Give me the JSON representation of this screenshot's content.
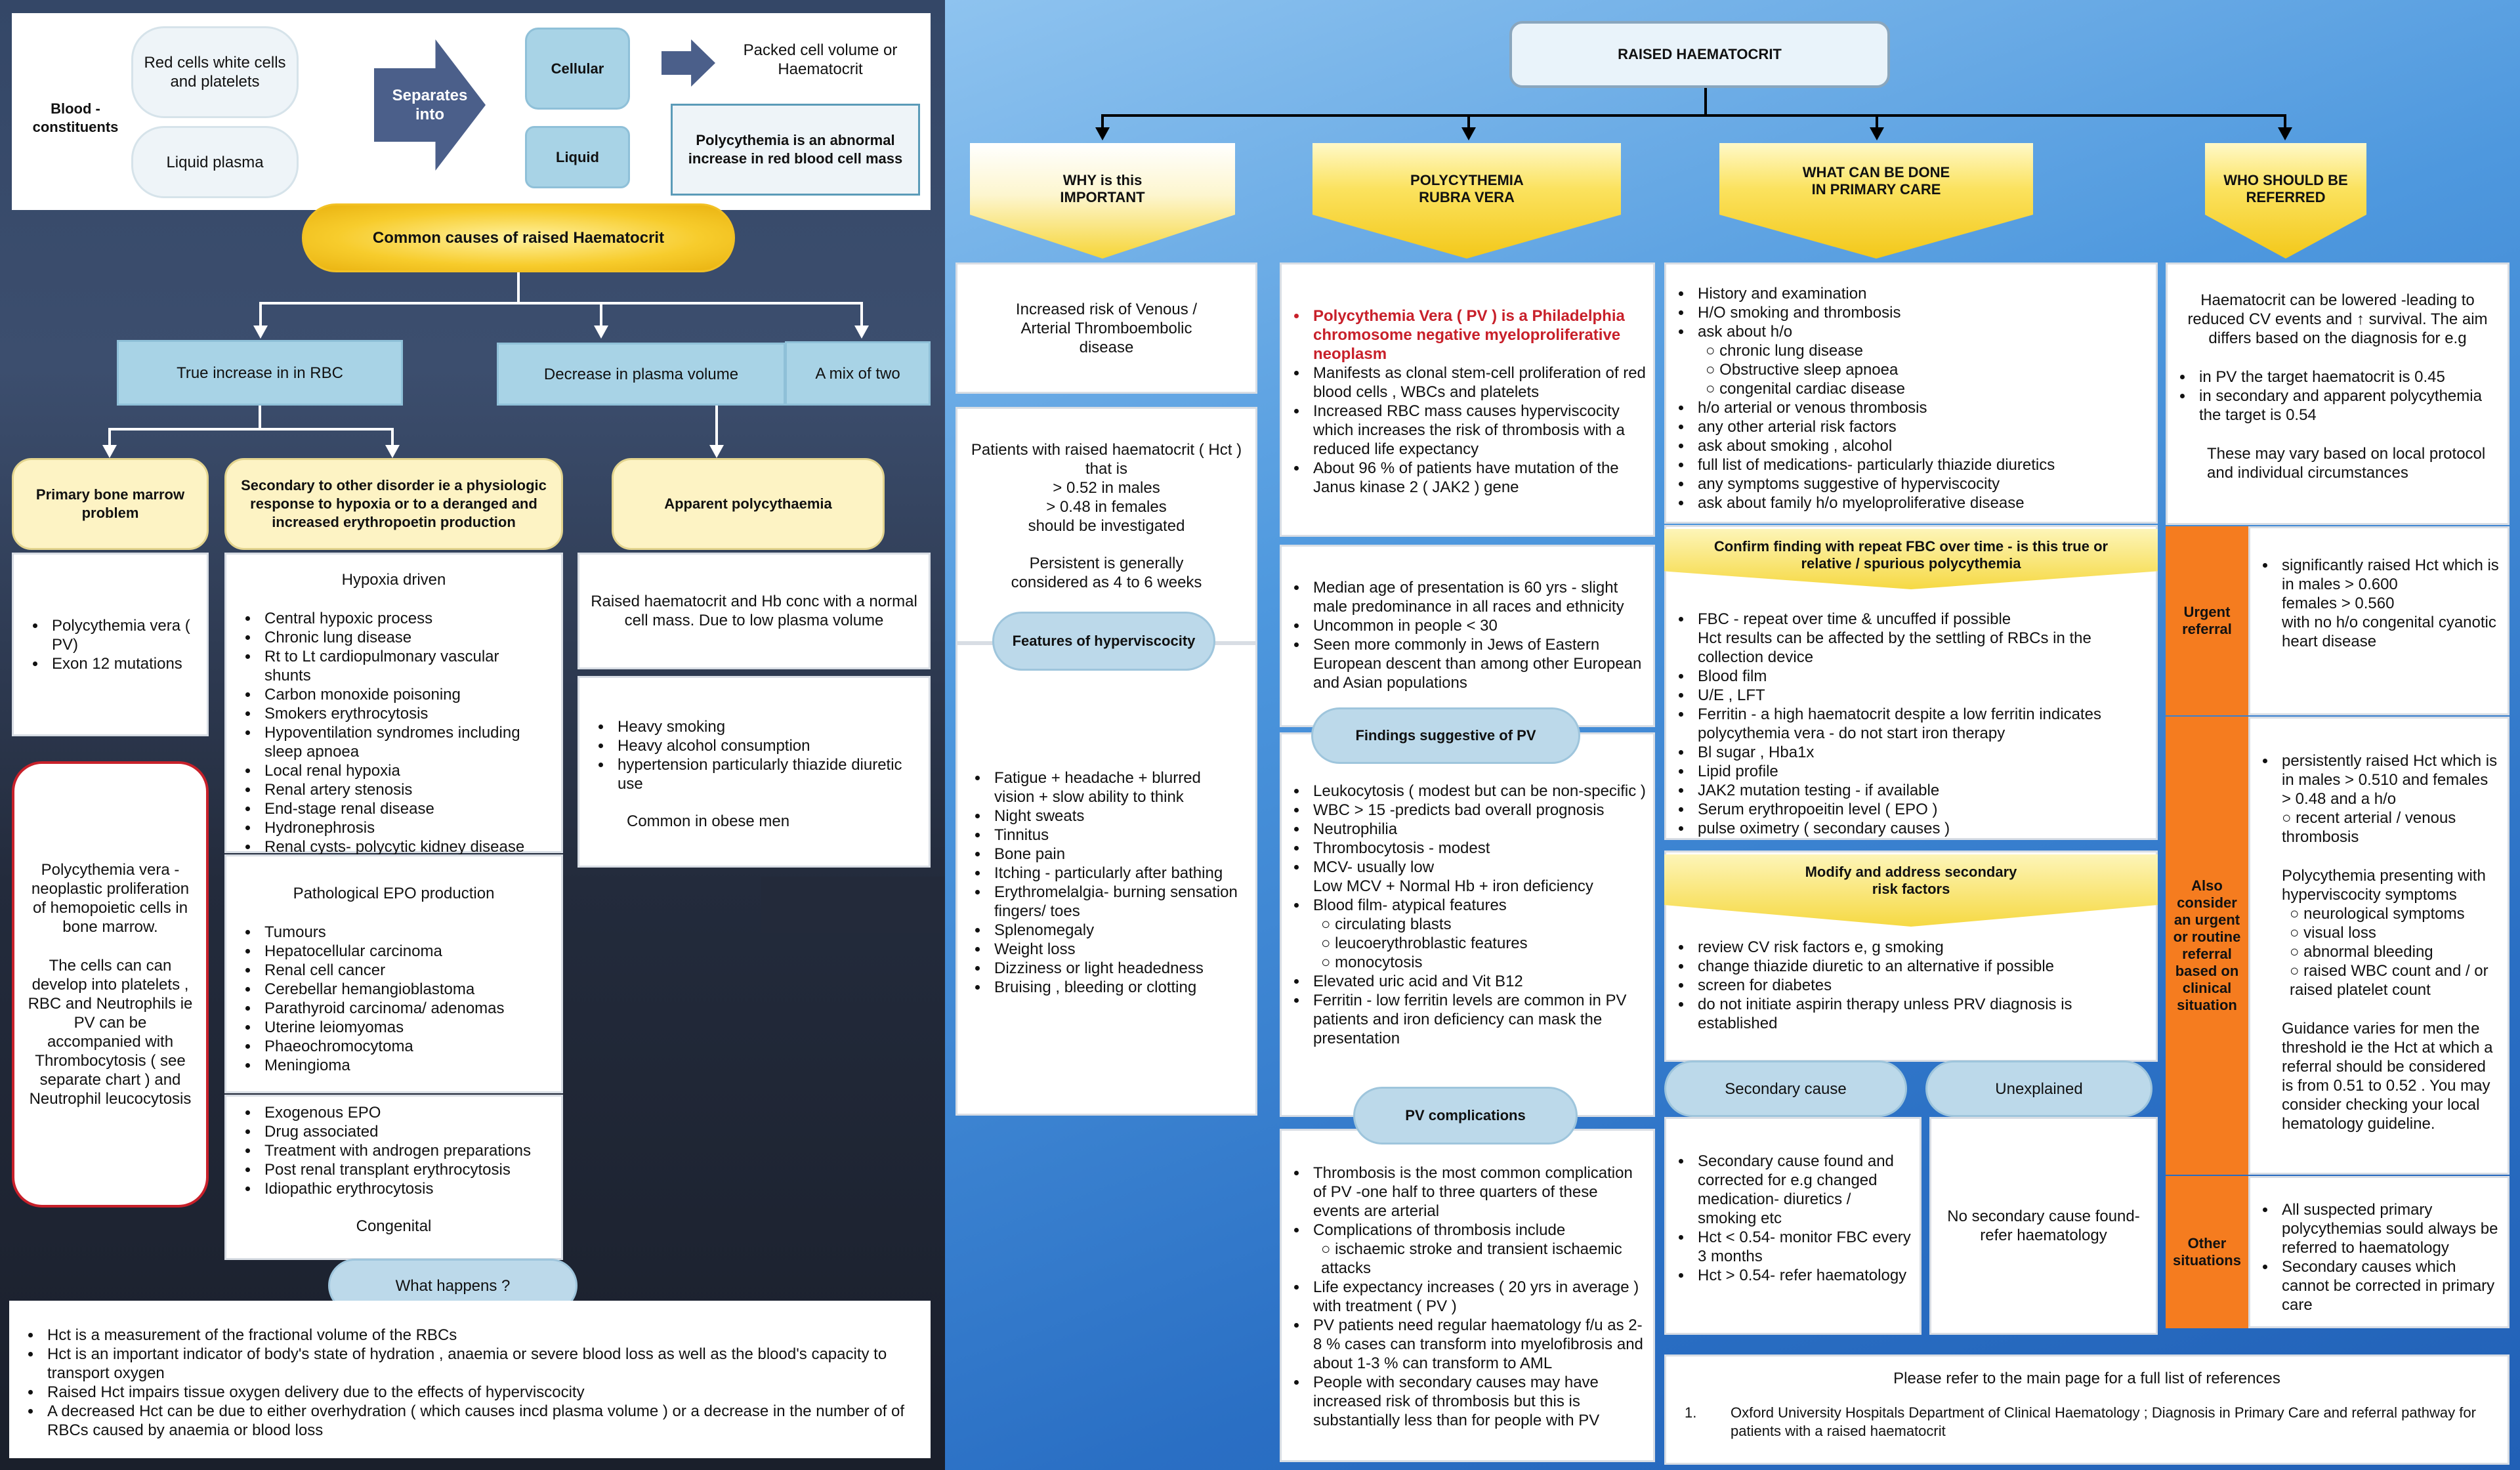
{
  "blood": {
    "label": "Blood - constituents",
    "cells": "Red cells white cells and platelets",
    "plasma": "Liquid plasma",
    "separates": "Separates into",
    "cellular": "Cellular",
    "liquid": "Liquid",
    "packed": "Packed cell volume or Haematocrit",
    "definition": "Polycythemia is an abnormal increase in red blood cell mass"
  },
  "causes": {
    "title": "Common causes of raised Haematocrit",
    "true_increase": "True increase in in RBC",
    "decrease_plasma": "Decrease in plasma volume",
    "mix": "A mix of two",
    "primary": "Primary bone marrow problem",
    "secondary": "Secondary to other disorder ie a physiologic response to hypoxia or to a deranged and increased erythropoetin production",
    "apparent": "Apparent polycythaemia",
    "primary_items": [
      "Polycythemia vera ( PV)",
      "Exon 12 mutations"
    ],
    "hypoxia_title": "Hypoxia driven",
    "hypoxia_items": [
      "Central hypoxic process",
      "Chronic lung disease",
      "Rt to Lt cardiopulmonary vascular shunts",
      "Carbon monoxide poisoning",
      "Smokers erythrocytosis",
      "Hypoventilation syndromes including sleep apnoea",
      "Local renal hypoxia",
      "Renal artery stenosis",
      "End-stage renal disease",
      "Hydronephrosis",
      "Renal cysts- polycytic kidney disease"
    ],
    "epo_title": "Pathological EPO production",
    "epo_items": [
      "Tumours",
      "Hepatocellular carcinoma",
      "Renal cell cancer",
      "Cerebellar hemangioblastoma",
      "Parathyroid carcinoma/ adenomas",
      "Uterine leiomyomas",
      "Phaeochromocytoma",
      "Meningioma"
    ],
    "exo_items": [
      "Exogenous EPO",
      "Drug associated",
      "Treatment with androgen preparations",
      "Post renal transplant erythrocytosis",
      "Idiopathic erythrocytosis"
    ],
    "congenital": "Congenital",
    "apparent_desc": "Raised haematocrit and Hb conc with a normal cell mass. Due to low plasma volume",
    "apparent_items": [
      "Heavy smoking",
      "Heavy alcohol consumption",
      "hypertension particularly thiazide diuretic use"
    ],
    "obese": "Common in obese men",
    "pv_note_1": "Polycythemia vera - neoplastic proliferation of hemopoietic cells in bone marrow.",
    "pv_note_2": "The cells can can develop into platelets , RBC and Neutrophils ie PV can be accompanied with Thrombocytosis ( see separate chart ) and Neutrophil leucocytosis"
  },
  "what_happens": {
    "title": "What happens ?",
    "items": [
      "Hct is a measurement of the fractional volume of the RBCs",
      "Hct is an important indicator of body's state of hydration , anaemia or severe blood loss as well as the blood's capacity to transport oxygen",
      "Raised Hct impairs tissue oxygen delivery due to the effects of hyperviscocity",
      "A decreased Hct can be due to either overhydration ( which causes incd plasma volume ) or a decrease in the number of of RBCs caused by anaemia or blood loss"
    ]
  },
  "right": {
    "title": "RAISED HAEMATOCRIT",
    "headers": [
      "WHY is this IMPORTANT",
      "POLYCYTHEMIA RUBRA VERA",
      "WHAT CAN BE DONE IN PRIMARY CARE",
      "WHO SHOULD BE REFERRED"
    ],
    "why": {
      "risk": "Increased risk of Venous / Arterial Thromboembolic disease",
      "investigate_lines": [
        "Patients with raised haematocrit ( Hct ) that is",
        "> 0.52 in males",
        "> 0.48 in females",
        "should be investigated"
      ],
      "persistent": "Persistent is generally considered as 4 to 6 weeks",
      "hyper_title": "Features of hyperviscocity",
      "hyper_items": [
        "Fatigue + headache + blurred vision + slow ability to think",
        "Night sweats",
        "Tinnitus",
        "Bone pain",
        "Itching - particularly after bathing",
        "Erythromelalgia- burning sensation fingers/ toes",
        "Splenomegaly",
        "Weight loss",
        "Dizziness or light headedness",
        "Bruising , bleeding or clotting"
      ]
    },
    "prv": {
      "red_item": "Polycythemia Vera ( PV ) is a Philadelphia chromosome negative myeloproliferative neoplasm",
      "items": [
        "Manifests as clonal stem-cell proliferation of red blood cells , WBCs and platelets",
        "Increased RBC mass causes hyperviscocity which increases the risk of thrombosis with a reduced life expectancy",
        "About 96 % of patients have mutation of the Janus kinase 2 ( JAK2 ) gene"
      ],
      "demo_items": [
        "Median age of presentation is 60 yrs - slight male predominance in all races and ethnicity",
        "Uncommon in people < 30",
        "Seen more commonly in Jews of Eastern European descent than among other European and Asian populations"
      ],
      "findings_title": "Findings suggestive of PV",
      "findings_items": [
        {
          "text": "Leukocytosis ( modest but can be non-specific )"
        },
        {
          "text": "WBC > 15 -predicts bad overall prognosis"
        },
        {
          "text": "Neutrophilia"
        },
        {
          "text": "Thrombocytosis - modest"
        },
        {
          "text": "MCV- usually low",
          "extra": "Low MCV + Normal Hb + iron deficiency"
        },
        {
          "text": "Blood film- atypical features",
          "sub": [
            "circulating blasts",
            "leucoerythroblastic features",
            "monocytosis"
          ]
        },
        {
          "text": "Elevated uric acid and Vit B12"
        },
        {
          "text": "Ferritin - low ferritin levels are common in PV patients and iron deficiency can mask the presentation"
        }
      ],
      "complications_title": "PV complications",
      "complications_items": [
        {
          "text": "Thrombosis is the most common complication of PV -one half to three quarters of these events are arterial"
        },
        {
          "text": "Complications of thrombosis include",
          "sub": [
            "ischaemic stroke and transient ischaemic attacks"
          ]
        },
        {
          "text": "Life expectancy increases ( 20 yrs in average ) with treatment ( PV )"
        },
        {
          "text": "PV patients need regular haematology f/u as 2-8 % cases can transform into myelofibrosis and about 1-3 % can transform to AML"
        },
        {
          "text": "People with secondary causes may have increased risk of thrombosis but this is substantially less than for people with PV"
        }
      ]
    },
    "primary_care": {
      "history_items": [
        {
          "text": "History and examination"
        },
        {
          "text": "H/O smoking and thrombosis"
        },
        {
          "text": "ask about h/o",
          "sub": [
            "chronic lung disease",
            "Obstructive sleep apnoea",
            "congenital cardiac disease"
          ]
        },
        {
          "text": "h/o arterial or venous thrombosis"
        },
        {
          "text": "any other arterial risk factors"
        },
        {
          "text": "ask about smoking , alcohol"
        },
        {
          "text": "full list of medications- particularly thiazide diuretics"
        },
        {
          "text": "any symptoms suggestive of hyperviscocity"
        },
        {
          "text": "ask about family h/o myeloproliferative disease"
        }
      ],
      "confirm_title": "Confirm finding with repeat FBC over time - is this true or relative / spurious polycythemia",
      "confirm_items": [
        {
          "text": "FBC - repeat over time & uncuffed if possible",
          "extra": "Hct results can be affected by the settling of RBCs in the collection device"
        },
        {
          "text": "Blood film"
        },
        {
          "text": "U/E , LFT"
        },
        {
          "text": "Ferritin - a high haematocrit despite a low ferritin indicates polycythemia vera - do not start iron therapy"
        },
        {
          "text": "Bl sugar , Hba1x"
        },
        {
          "text": "Lipid profile"
        },
        {
          "text": "JAK2 mutation testing - if available"
        },
        {
          "text": "Serum erythropoeitin level ( EPO )"
        },
        {
          "text": "pulse oximetry ( secondary causes )"
        }
      ],
      "modify_title": "Modify and address secondary risk factors",
      "modify_items": [
        "review CV risk factors e, g smoking",
        "change thiazide diuretic to an alternative if possible",
        "screen for diabetes",
        "do not initiate aspirin therapy unless PRV diagnosis is established"
      ],
      "secondary_label": "Secondary cause",
      "unexplained_label": "Unexplained",
      "secondary_items": [
        "Secondary cause found and corrected for e.g changed medication- diuretics / smoking etc",
        "Hct < 0.54- monitor FBC every 3 months",
        "Hct > 0.54- refer haematology"
      ],
      "unexplained_text": "No secondary cause found-refer haematology"
    },
    "referral": {
      "intro": "Haematocrit can be lowered -leading to reduced CV events and ↑ survival. The aim differs based on the diagnosis for e.g",
      "intro_items": [
        "in PV the target haematocrit is 0.45",
        "in secondary and apparent polycythemia the target is 0.54"
      ],
      "vary": "These may vary based on local protocol and individual circumstances",
      "urgent_label": "Urgent referral",
      "urgent_items": [
        "significantly raised Hct which is",
        "in males > 0.600",
        "females > 0.560",
        "with no h/o congenital cyanotic heart disease"
      ],
      "consider_label": "Also consider an urgent or routine referral based on clinical situation",
      "consider_items": [
        "persistently raised Hct which is",
        "in males > 0.510 and females > 0.48 and a h/o"
      ],
      "consider_sub": "recent arterial / venous thrombosis",
      "consider_p2_title": "Polycythemia presenting with hyperviscocity symptoms",
      "consider_p2_sub": [
        "neurological symptoms",
        "visual loss",
        "abnormal bleeding",
        "raised WBC count and / or raised platelet count"
      ],
      "guidance": "Guidance varies for men the threshold ie the Hct at which a referral should be considered is from 0.51 to 0.52 . You may consider checking your local hematology guideline.",
      "other_label": "Other situations",
      "other_items": [
        "All suspected primary polycythemias sould always be referred to haematology",
        "Secondary causes which cannot be corrected in primary care"
      ]
    },
    "references": {
      "title": "Please refer to the main page for a full list of references",
      "num": "1.",
      "item": "Oxford University Hospitals Department of Clinical Haematology ; Diagnosis in Primary Care and referral pathway for patients with a raised haematocrit"
    }
  }
}
